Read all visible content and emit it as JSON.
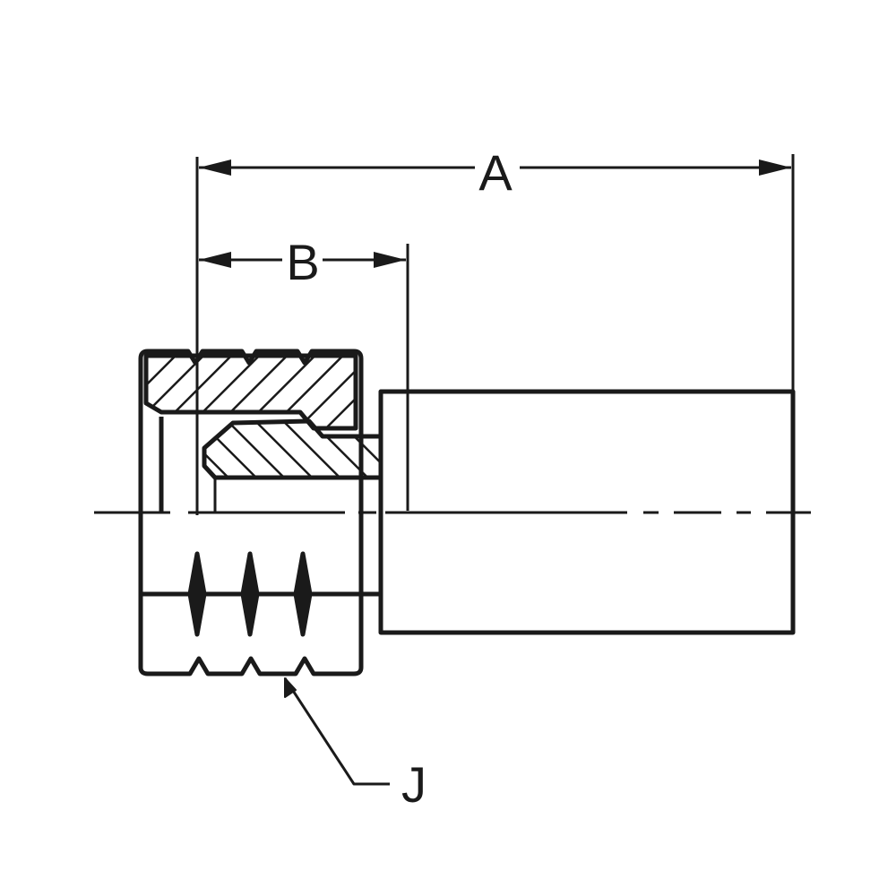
{
  "diagram": {
    "dimensions": {
      "A": "A",
      "B": "B"
    },
    "callout": "J",
    "colors": {
      "ink": "#1a1a1a",
      "background": "#ffffff"
    }
  }
}
